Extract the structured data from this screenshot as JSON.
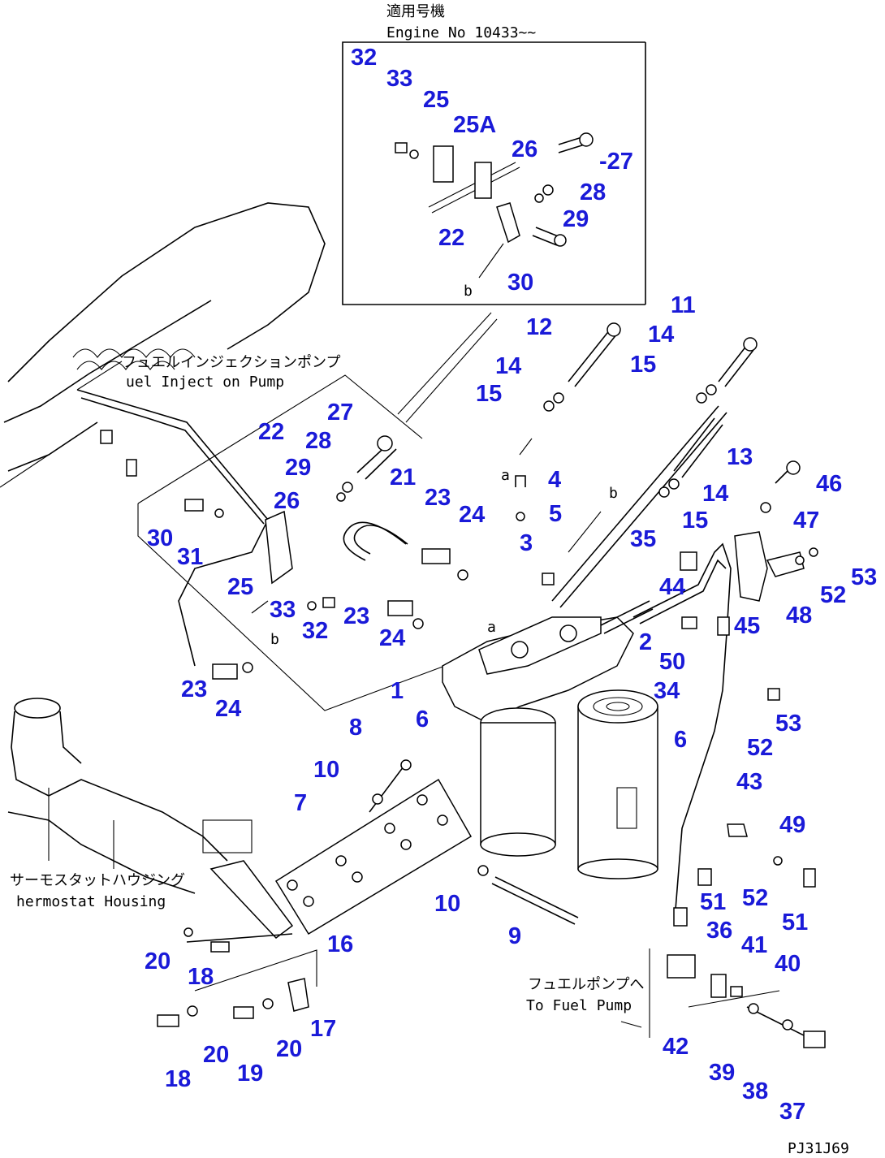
{
  "inset": {
    "title_jp": "適用号機",
    "title_en": "Engine No 10433~~"
  },
  "notes": {
    "fuel_injection_pump_jp": "フュエルインジェクションポンプ",
    "fuel_injection_pump_en": "uel Inject on Pump",
    "thermostat_housing_jp": "サーモスタットハウジング",
    "thermostat_housing_en": "hermostat Housing",
    "fuel_pump_jp": "フュエルポンプへ",
    "fuel_pump_en": "To Fuel Pump",
    "ref_a_top": "a",
    "ref_b_top": "b",
    "ref_a_filter": "a",
    "ref_b_inset": "b",
    "ref_b_left": "b"
  },
  "drawing_code": "PJ31J69",
  "callouts": [
    {
      "text": "32"
    },
    {
      "text": "33"
    },
    {
      "text": "25"
    },
    {
      "text": "25A"
    },
    {
      "text": "26"
    },
    {
      "text": "-27"
    },
    {
      "text": "28"
    },
    {
      "text": "29"
    },
    {
      "text": "22"
    },
    {
      "text": "30"
    },
    {
      "text": "12"
    },
    {
      "text": "11"
    },
    {
      "text": "14"
    },
    {
      "text": "15"
    },
    {
      "text": "14"
    },
    {
      "text": "15"
    },
    {
      "text": "13"
    },
    {
      "text": "27"
    },
    {
      "text": "22"
    },
    {
      "text": "28"
    },
    {
      "text": "29"
    },
    {
      "text": "26"
    },
    {
      "text": "30"
    },
    {
      "text": "31"
    },
    {
      "text": "25"
    },
    {
      "text": "33"
    },
    {
      "text": "32"
    },
    {
      "text": "21"
    },
    {
      "text": "23"
    },
    {
      "text": "24"
    },
    {
      "text": "4"
    },
    {
      "text": "5"
    },
    {
      "text": "3"
    },
    {
      "text": "14"
    },
    {
      "text": "15"
    },
    {
      "text": "46"
    },
    {
      "text": "47"
    },
    {
      "text": "35"
    },
    {
      "text": "44"
    },
    {
      "text": "53"
    },
    {
      "text": "52"
    },
    {
      "text": "48"
    },
    {
      "text": "45"
    },
    {
      "text": "23"
    },
    {
      "text": "24"
    },
    {
      "text": "2"
    },
    {
      "text": "50"
    },
    {
      "text": "1"
    },
    {
      "text": "34"
    },
    {
      "text": "23"
    },
    {
      "text": "24"
    },
    {
      "text": "6"
    },
    {
      "text": "6"
    },
    {
      "text": "53"
    },
    {
      "text": "52"
    },
    {
      "text": "8"
    },
    {
      "text": "43"
    },
    {
      "text": "10"
    },
    {
      "text": "7"
    },
    {
      "text": "49"
    },
    {
      "text": "51"
    },
    {
      "text": "52"
    },
    {
      "text": "51"
    },
    {
      "text": "10"
    },
    {
      "text": "9"
    },
    {
      "text": "36"
    },
    {
      "text": "16"
    },
    {
      "text": "20"
    },
    {
      "text": "18"
    },
    {
      "text": "41"
    },
    {
      "text": "40"
    },
    {
      "text": "17"
    },
    {
      "text": "20"
    },
    {
      "text": "20"
    },
    {
      "text": "42"
    },
    {
      "text": "18"
    },
    {
      "text": "19"
    },
    {
      "text": "39"
    },
    {
      "text": "38"
    },
    {
      "text": "37"
    }
  ]
}
